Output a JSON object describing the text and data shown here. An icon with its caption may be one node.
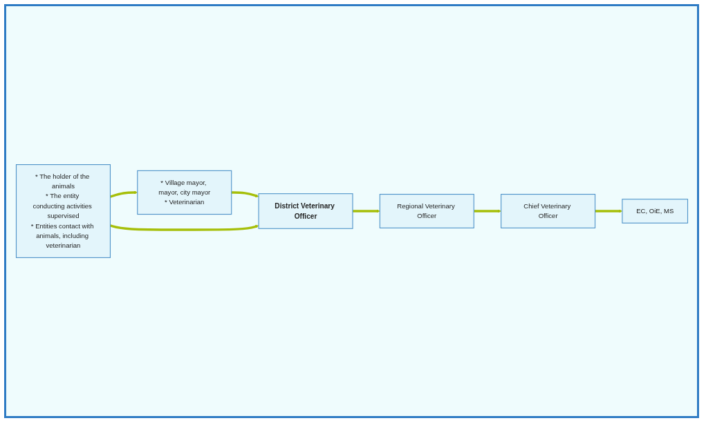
{
  "diagram": {
    "nodes": [
      {
        "text": [
          "* The holder of the animals",
          "* The entity conducting activities supervised",
          "* Entities contact with animals, including veterinarian"
        ]
      },
      {
        "text": [
          "* Village mayor, mayor, city mayor",
          "* Veterinarian"
        ]
      },
      {
        "text": [
          "District Veterinary Officer"
        ]
      },
      {
        "text": [
          "Regional Veterinary Officer"
        ]
      },
      {
        "text": [
          "Chief Veterinary Officer"
        ]
      },
      {
        "text": [
          "EC, OiE, MS"
        ]
      }
    ],
    "edges": [
      {
        "from": 0,
        "to": 1,
        "arrow": "to"
      },
      {
        "from": 1,
        "to": 2,
        "arrow": "to"
      },
      {
        "from": 0,
        "to": 2,
        "arrow": "to"
      },
      {
        "from": 2,
        "to": 3,
        "arrow": "to"
      },
      {
        "from": 3,
        "to": 4,
        "arrow": "to"
      },
      {
        "from": 4,
        "to": 5,
        "arrow": "to"
      }
    ]
  }
}
